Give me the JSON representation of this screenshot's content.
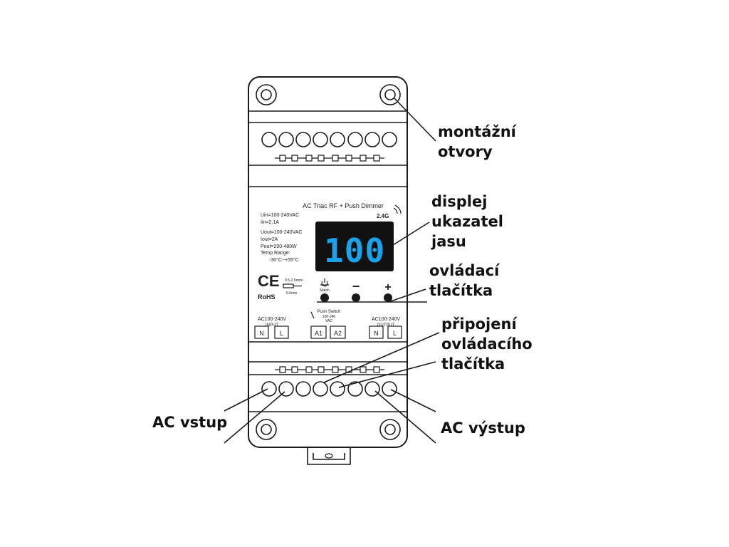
{
  "device": {
    "title": "AC Triac RF + Push Dimmer",
    "rf_badge": "2.4G",
    "specs_in": [
      "Uin=100-240VAC",
      "Iin=2.1A"
    ],
    "specs_out": [
      "Uout=100-240VAC",
      "Iout=2A",
      "Pout=200-480W",
      "Temp Range:",
      "-30°C~+55°C"
    ],
    "display_value": "100",
    "match_label": "Match",
    "minus_label": "−",
    "plus_label": "+",
    "ce_mark": "CE",
    "rohs_mark": "RoHS",
    "wire_gauge": "0.5-2.5mm²",
    "strip_length": "6.5mm",
    "input_label_1": "AC100-240V",
    "input_label_2": "INPUT",
    "push_label_1": "Push Switch",
    "push_label_2": "100-240",
    "push_label_3": "VAC",
    "output_label_1": "AC100-240V",
    "output_label_2": "OUTPUT",
    "term_n": "N",
    "term_l": "L",
    "term_a1": "A1",
    "term_a2": "A2"
  },
  "callouts": {
    "mount_1": "montážní",
    "mount_2": "otvory",
    "display_1": "displej",
    "display_2": "ukazatel",
    "display_3": "jasu",
    "buttons_1": "ovládací",
    "buttons_2": "tlačítka",
    "pushconn_1": "připojení",
    "pushconn_2": "ovládacího",
    "pushconn_3": "tlačítka",
    "ac_in": "AC vstup",
    "ac_out": "AC výstup"
  },
  "colors": {
    "display_bg": "#111111",
    "display_digits": "#1aa3ea",
    "line": "#1a1a1a"
  }
}
